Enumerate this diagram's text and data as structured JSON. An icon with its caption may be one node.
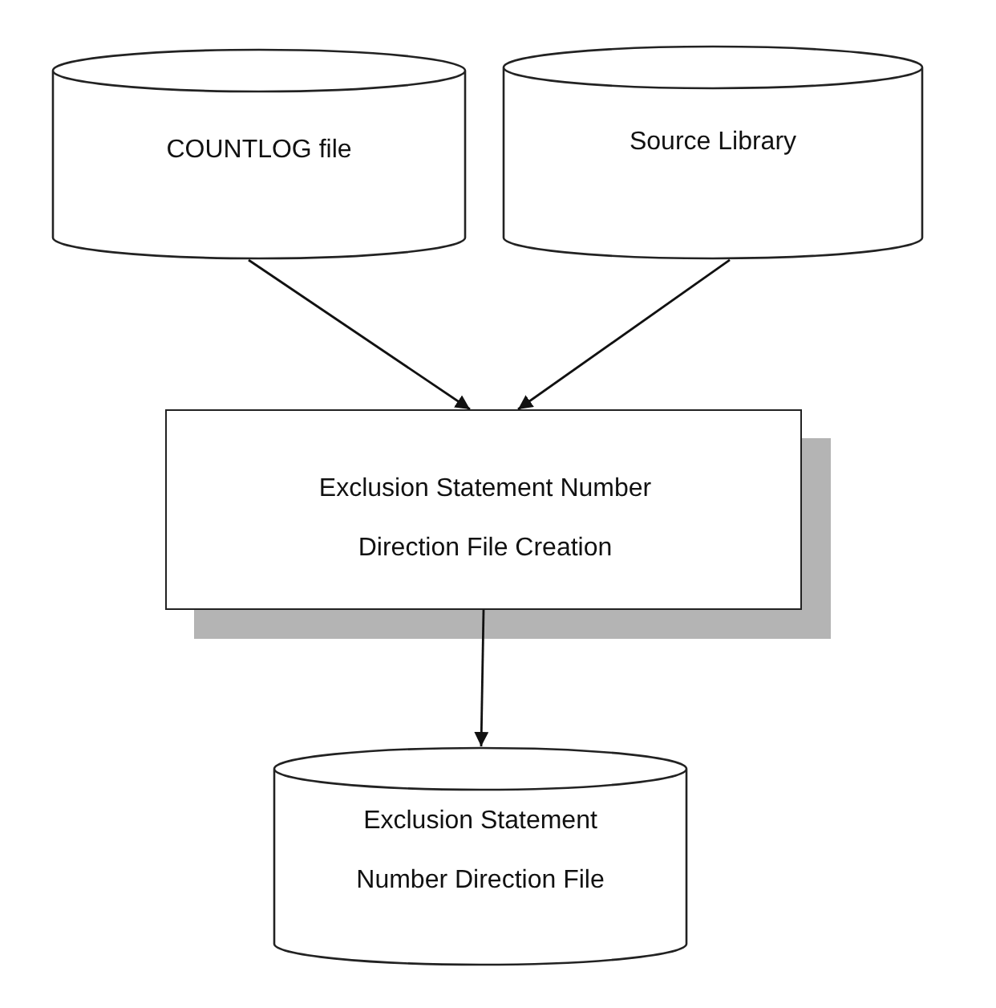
{
  "diagram": {
    "nodes": [
      {
        "text": [
          "COUNTLOG file"
        ]
      },
      {
        "text": [
          "Source Library"
        ]
      },
      {
        "text": [
          "Exclusion Statement Number Direction File Creation"
        ]
      },
      {
        "text": [
          "Exclusion Statement Number Direction File"
        ]
      }
    ],
    "edges": [
      {
        "from": 0,
        "to": 2,
        "arrow": "to"
      },
      {
        "from": 1,
        "to": 2,
        "arrow": "to"
      },
      {
        "from": 2,
        "to": 3,
        "arrow": "to"
      }
    ]
  }
}
